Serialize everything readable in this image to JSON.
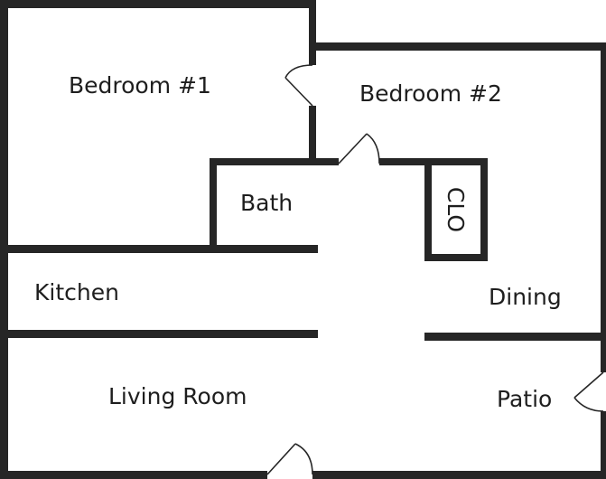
{
  "rooms": {
    "bedroom1": "Bedroom #1",
    "bedroom2": "Bedroom #2",
    "bath": "Bath",
    "closet": "CLO",
    "kitchen": "Kitchen",
    "dining": "Dining",
    "living_room": "Living Room",
    "patio": "Patio"
  },
  "colors": {
    "wall": "#262626",
    "background": "#ffffff",
    "text": "#1e1e1e"
  }
}
